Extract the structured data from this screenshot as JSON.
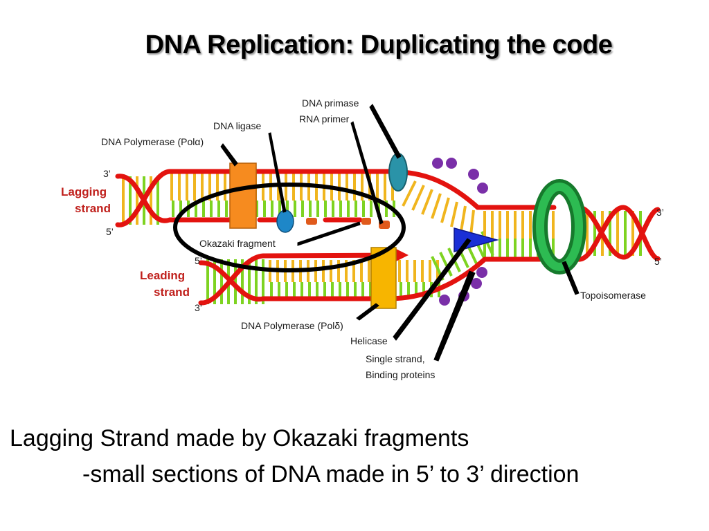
{
  "title": "DNA Replication:  Duplicating the code",
  "labels": {
    "dna_primase": "DNA primase",
    "rna_primer": "RNA primer",
    "dna_ligase": "DNA ligase",
    "pol_alpha": "DNA Polymerase (Polα)",
    "pol_delta": "DNA Polymerase (Polδ)",
    "okazaki": "Okazaki fragment",
    "helicase": "Helicase",
    "ssb_line1": "Single strand,",
    "ssb_line2": "Binding proteins",
    "topoisomerase": "Topoisomerase"
  },
  "strands": {
    "lagging_line1": "Lagging",
    "lagging_line2": "strand",
    "leading_line1": "Leading",
    "leading_line2": "strand"
  },
  "ends": {
    "three_prime": "3’",
    "five_prime": "5’"
  },
  "caption": {
    "line1": "Lagging Strand made by Okazaki fragments",
    "line2": "-small sections of DNA made in 5’ to 3’ direction"
  },
  "colors": {
    "backbone": "#e3130f",
    "rung_yellow": "#f0b51e",
    "rung_green": "#7ed321",
    "pol_orange": "#f68b1f",
    "pol_yellow": "#f7b500",
    "primase": "#2a93a8",
    "ligase": "#1e87c8",
    "helicase": "#1a2fd6",
    "ssb": "#7a2fa8",
    "topo": "#1f9a3a",
    "primer": "#e05a1c"
  }
}
